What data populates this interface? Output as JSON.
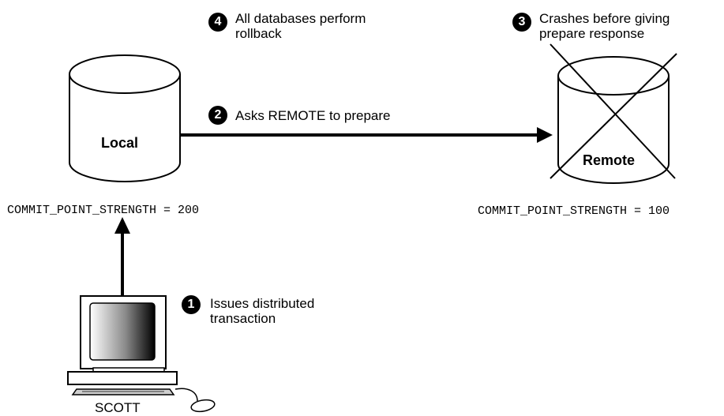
{
  "steps": [
    {
      "number": "1",
      "text_lines": [
        "Issues distributed",
        "transaction"
      ]
    },
    {
      "number": "2",
      "text_lines": [
        "Asks REMOTE to prepare"
      ]
    },
    {
      "number": "3",
      "text_lines": [
        "Crashes before giving",
        "prepare response"
      ]
    },
    {
      "number": "4",
      "text_lines": [
        "All databases perform",
        "rollback"
      ]
    }
  ],
  "local_db": {
    "label": "Local",
    "commit_point_strength": "COMMIT_POINT_STRENGTH = 200"
  },
  "remote_db": {
    "label": "Remote",
    "commit_point_strength": "COMMIT_POINT_STRENGTH = 100"
  },
  "client": {
    "label": "SCOTT"
  }
}
